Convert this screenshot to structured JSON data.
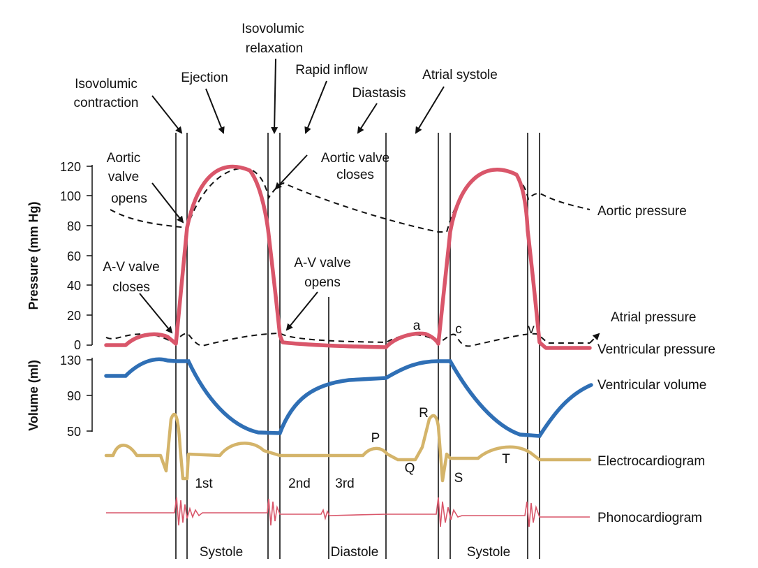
{
  "phases": {
    "isovolumic_contraction_1": "Isovolumic",
    "isovolumic_contraction_2": "contraction",
    "ejection": "Ejection",
    "isovolumic_relaxation_1": "Isovolumic",
    "isovolumic_relaxation_2": "relaxation",
    "rapid_inflow": "Rapid inflow",
    "diastasis": "Diastasis",
    "atrial_systole": "Atrial systole"
  },
  "events": {
    "aortic_opens_1": "Aortic",
    "aortic_opens_2": "valve",
    "aortic_opens_3": "opens",
    "aortic_closes_1": "Aortic valve",
    "aortic_closes_2": "closes",
    "av_closes_1": "A-V valve",
    "av_closes_2": "closes",
    "av_opens_1": "A-V valve",
    "av_opens_2": "opens"
  },
  "axes": {
    "pressure_title": "Pressure (mm Hg)",
    "volume_title": "Volume (ml)",
    "pressure_ticks": [
      "120",
      "100",
      "80",
      "60",
      "40",
      "20",
      "0"
    ],
    "volume_ticks": [
      "130",
      "90",
      "50"
    ]
  },
  "traces": {
    "aortic_pressure": "Aortic pressure",
    "atrial_pressure": "Atrial pressure",
    "ventricular_pressure": "Ventricular pressure",
    "ventricular_volume": "Ventricular volume",
    "electrocardiogram": "Electrocardiogram",
    "phonocardiogram": "Phonocardiogram"
  },
  "waves": {
    "a": "a",
    "c": "c",
    "v": "v",
    "P": "P",
    "Q": "Q",
    "R": "R",
    "S": "S",
    "T": "T"
  },
  "heart_sounds": {
    "first": "1st",
    "second": "2nd",
    "third": "3rd"
  },
  "cycle_phases": {
    "systole_1": "Systole",
    "diastole": "Diastole",
    "systole_2": "Systole"
  },
  "colors": {
    "ventricular_pressure": "#d9566a",
    "ventricular_volume": "#2f6fb5",
    "electrocardiogram": "#d4b46a",
    "phonocardiogram": "#d9566a",
    "aortic_pressure": "#111111"
  }
}
